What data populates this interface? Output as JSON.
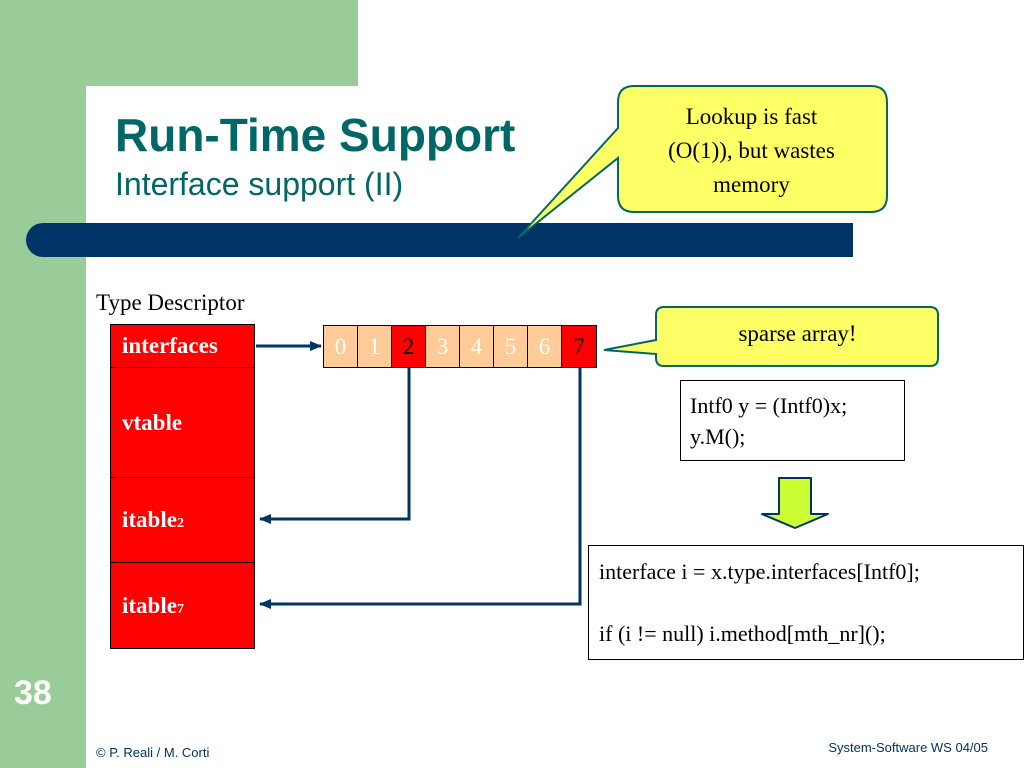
{
  "slide": {
    "title": "Run-Time Support",
    "subtitle": "Interface support (II)",
    "number": "38",
    "footer_left": "© P. Reali / M. Corti",
    "footer_right": "System-Software WS 04/05"
  },
  "callouts": {
    "lookup": [
      "Lookup is fast",
      "(O(1)), but wastes",
      "memory"
    ],
    "sparse": "sparse array!"
  },
  "type_descriptor": {
    "label": "Type Descriptor",
    "fields": {
      "interfaces": "interfaces",
      "vtable": "vtable",
      "itable2_base": "itable",
      "itable2_sub": "2",
      "itable7_base": "itable",
      "itable7_sub": "7"
    }
  },
  "interfaces_array": {
    "cells": [
      {
        "index": "0",
        "used": false
      },
      {
        "index": "1",
        "used": false
      },
      {
        "index": "2",
        "used": true
      },
      {
        "index": "3",
        "used": false
      },
      {
        "index": "4",
        "used": false
      },
      {
        "index": "5",
        "used": false
      },
      {
        "index": "6",
        "used": false
      },
      {
        "index": "7",
        "used": true
      }
    ]
  },
  "code_source": [
    "Intf0 y = (Intf0)x;",
    "y.M();"
  ],
  "code_compiled": [
    "interface i = x.type.interfaces[Intf0];",
    "",
    "if (i != null) i.method[mth_nr]();"
  ],
  "colors": {
    "green_bg": "#99cc99",
    "navy_bar": "#003366",
    "title_teal": "#006666",
    "cell_red": "#ff0000",
    "cell_empty": "#ffcc99",
    "callout_yellow": "#ffff66",
    "callout_border": "#006666",
    "down_arrow": "#ccff33"
  }
}
